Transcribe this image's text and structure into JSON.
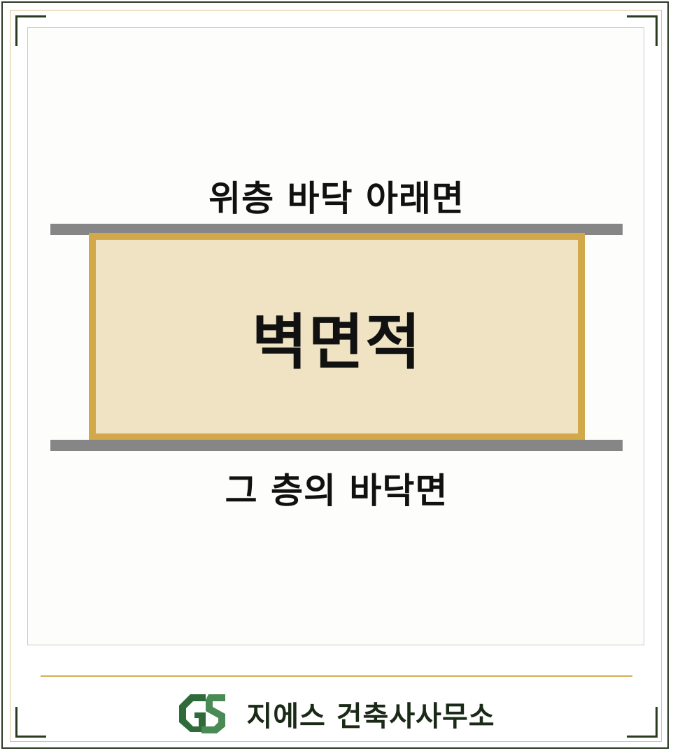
{
  "diagram": {
    "label_top": "위층 바닥 아래면",
    "wall_label": "벽면적",
    "label_bottom": "그 층의 바닥면"
  },
  "footer": {
    "company_name": "지에스 건축사사무소",
    "logo_icon": "gs-logo-icon"
  },
  "colors": {
    "frame": "#2a3a23",
    "accent_gold": "#d2a94a",
    "wall_fill": "#f0e3c3",
    "slab_gray": "#868686"
  }
}
